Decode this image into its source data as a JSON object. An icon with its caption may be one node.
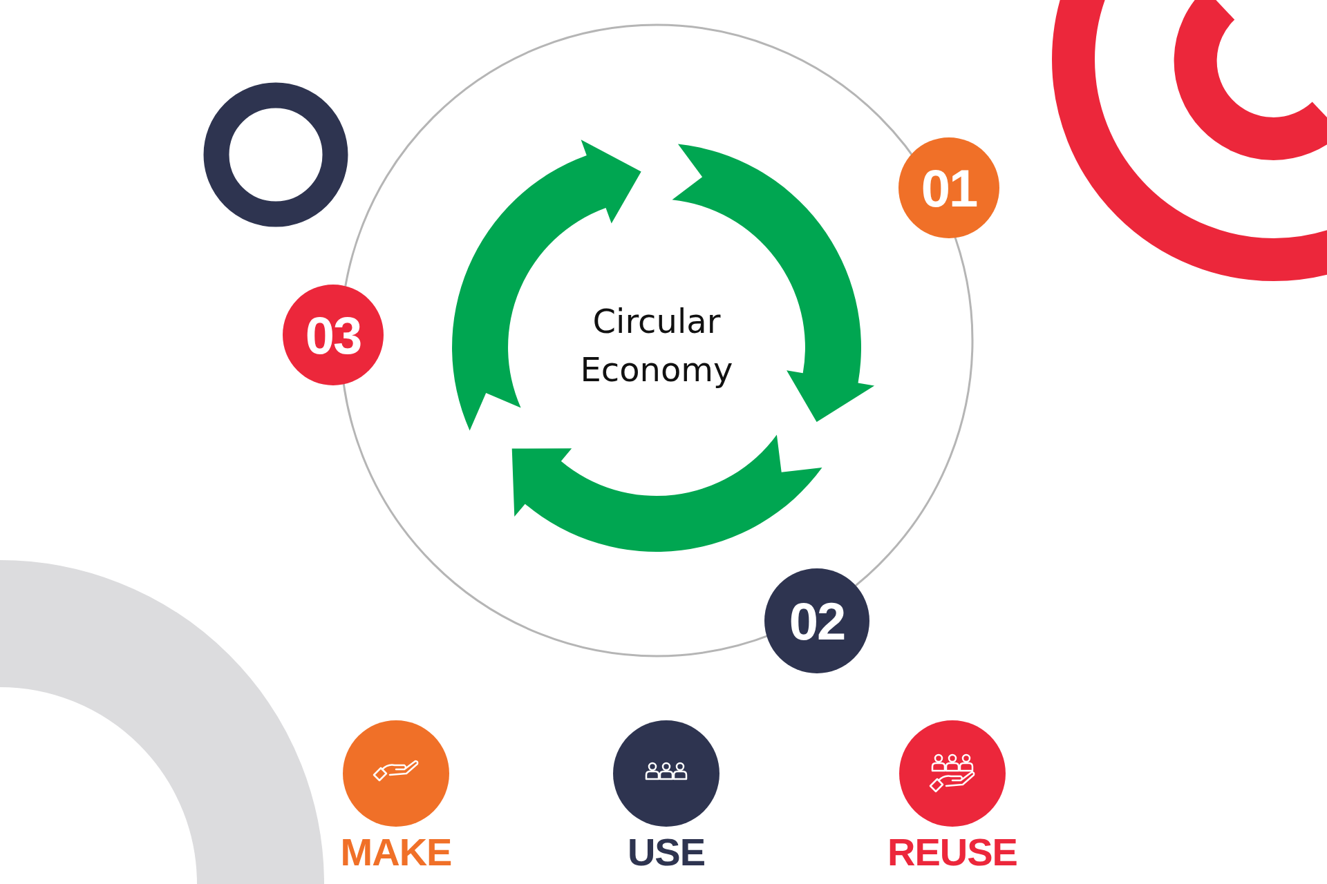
{
  "diagram": {
    "nodes": [
      {
        "text": [
          "Circular Economy"
        ]
      },
      {
        "text": [
          "01"
        ]
      },
      {
        "text": [
          "02"
        ]
      },
      {
        "text": [
          "03"
        ]
      },
      {
        "text": [
          "MAKE"
        ]
      },
      {
        "text": [
          "USE"
        ]
      },
      {
        "text": [
          "REUSE"
        ]
      }
    ]
  }
}
